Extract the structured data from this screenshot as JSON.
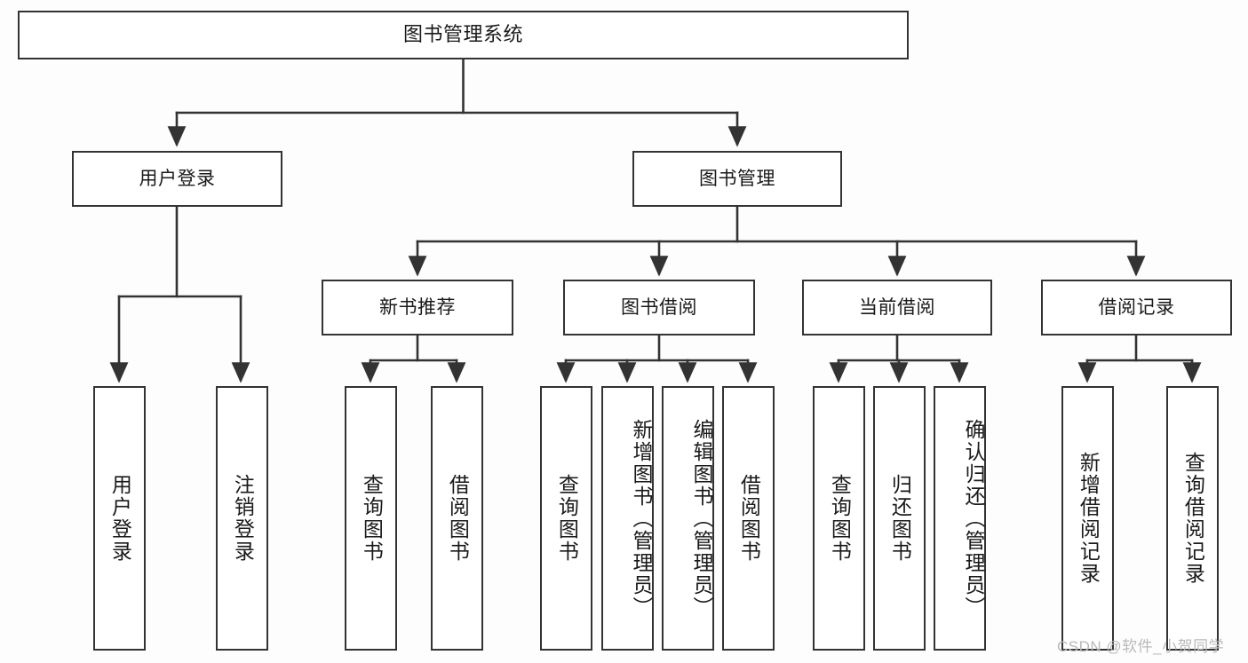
{
  "diagram": {
    "title": "图书管理系统",
    "type": "hierarchy-tree",
    "colors": {
      "line": "#333333",
      "box_border": "#333333",
      "box_fill": "#ffffff",
      "background": "#fdfdfd",
      "watermark": "#b9b9b9"
    },
    "nodes": {
      "root": {
        "label": "图书管理系统",
        "level": 1
      },
      "user_login": {
        "label": "用户登录",
        "level": 2
      },
      "book_manage": {
        "label": "图书管理",
        "level": 2
      },
      "new_book_rec": {
        "label": "新书推荐",
        "level": 3
      },
      "book_borrow": {
        "label": "图书借阅",
        "level": 3
      },
      "current_borrow": {
        "label": "当前借阅",
        "level": 3
      },
      "borrow_record": {
        "label": "借阅记录",
        "level": 3
      },
      "leaf_user_login": {
        "label": "用户登录",
        "level": 4
      },
      "leaf_logout": {
        "label": "注销登录",
        "level": 4
      },
      "leaf_query_book_1": {
        "label": "查询图书",
        "level": 4
      },
      "leaf_borrow_book_1": {
        "label": "借阅图书",
        "level": 4
      },
      "leaf_query_book_2": {
        "label": "查询图书",
        "level": 4
      },
      "leaf_add_book_admin": {
        "label": "新增图书（管理员）",
        "level": 4
      },
      "leaf_edit_book_admin": {
        "label": "编辑图书（管理员）",
        "level": 4
      },
      "leaf_borrow_book_2": {
        "label": "借阅图书",
        "level": 4
      },
      "leaf_query_book_3": {
        "label": "查询图书",
        "level": 4
      },
      "leaf_return_book": {
        "label": "归还图书",
        "level": 4
      },
      "leaf_confirm_return_admin": {
        "label": "确认归还（管理员）",
        "level": 4
      },
      "leaf_add_record": {
        "label": "新增借阅记录",
        "level": 4
      },
      "leaf_query_record": {
        "label": "查询借阅记录",
        "level": 4
      }
    },
    "watermark": "CSDN @软件_小贺同学"
  }
}
